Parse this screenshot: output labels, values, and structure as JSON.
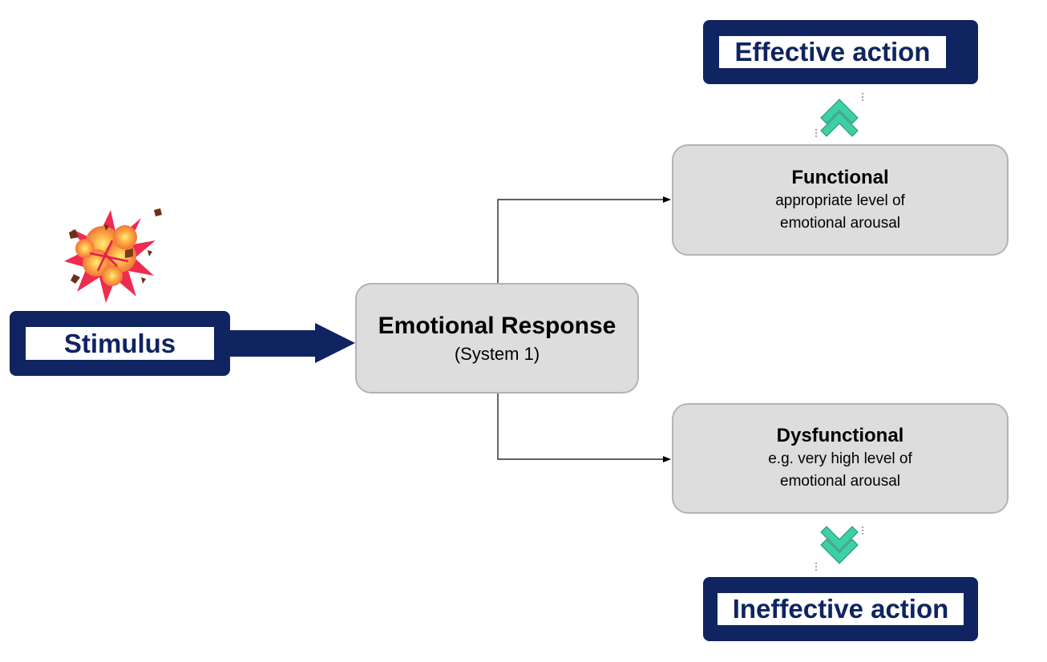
{
  "stimulus": {
    "label": "Stimulus"
  },
  "emotional_response": {
    "title": "Emotional Response",
    "subtitle": "(System 1)"
  },
  "functional": {
    "title": "Functional",
    "line1": "appropriate level of",
    "line2": "emotional arousal"
  },
  "dysfunctional": {
    "title": "Dysfunctional",
    "line1": "e.g. very high level of",
    "line2": "emotional arousal"
  },
  "effective_action": {
    "label": "Effective action"
  },
  "ineffective_action": {
    "label": "Ineffective action"
  },
  "colors": {
    "navy": "#0f2461",
    "box_fill": "#dddddd",
    "box_border": "#b3b3b3",
    "chevron_green": "#3fcfa6"
  },
  "icons": {
    "stimulus_icon": "explosion-icon",
    "up_icon": "double-chevron-up-icon",
    "down_icon": "double-chevron-down-icon"
  }
}
